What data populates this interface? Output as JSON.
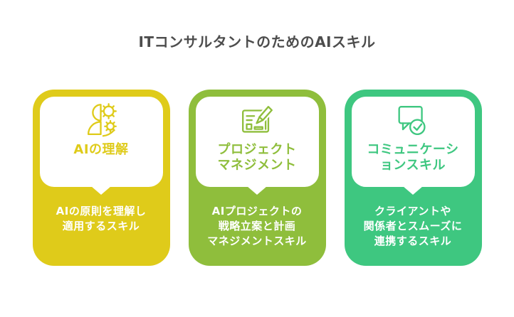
{
  "title": "ITコンサルタントのためのAIスキル",
  "colors": {
    "title_text": "#4d4d4d",
    "card_yellow": "#DFCB1A",
    "card_green": "#8FBE3C",
    "card_teal": "#3EC780",
    "bubble_background": "#ffffff",
    "description_text": "#ffffff"
  },
  "cards": [
    {
      "id": "ai-understanding",
      "color": "#DFCB1A",
      "icon": "person-gears-icon",
      "label": "AIの理解",
      "description": "AIの原則を理解し\n適用するスキル"
    },
    {
      "id": "project-management",
      "color": "#8FBE3C",
      "icon": "plan-pencil-icon",
      "label": "プロジェクト\nマネジメント",
      "description": "AIプロジェクトの\n戦略立案と計画\nマネジメントスキル"
    },
    {
      "id": "communication-skill",
      "color": "#3EC780",
      "icon": "chat-check-icon",
      "label": "コミュニケーシ\nョンスキル",
      "description": "クライアントや\n関係者とスムーズに\n連携するスキル"
    }
  ]
}
